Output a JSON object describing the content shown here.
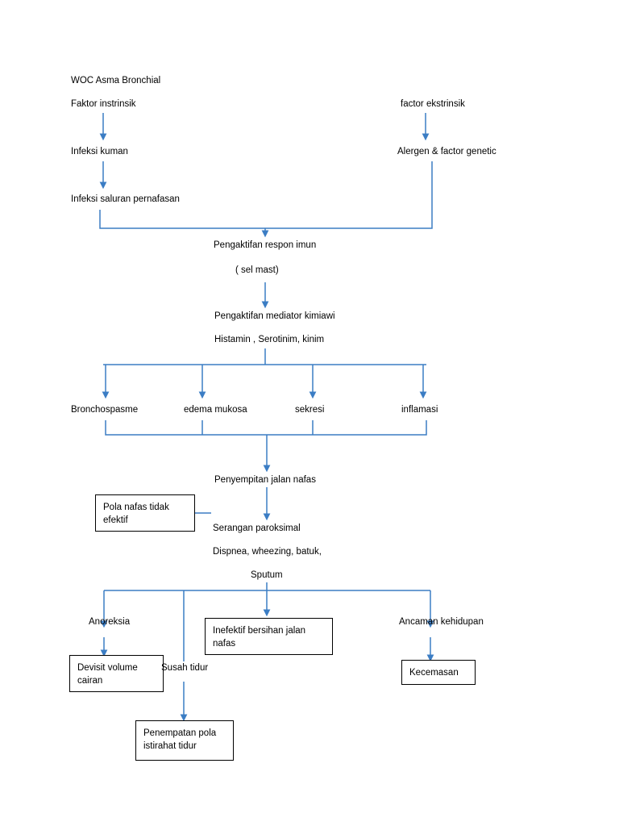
{
  "page": {
    "title": "WOC Asma Bronchial",
    "accent_color": "#3b7dc4",
    "text_color": "#000000",
    "background": "#ffffff"
  },
  "nodes": {
    "title": "WOC Asma Bronchial",
    "faktor_instrinsik": "Faktor instrinsik",
    "factor_ekstrinsik": "factor ekstrinsik",
    "infeksi_kuman": "Infeksi kuman",
    "alergen_genetic": "Alergen & factor genetic",
    "infeksi_saluran": "Infeksi saluran pernafasan",
    "pengaktifan_respon_imun": "Pengaktifan respon imun",
    "sel_mast": "( sel mast)",
    "pengaktifan_mediator": "Pengaktifan mediator kimiawi",
    "histamin": "Histamin , Serotinim, kinim",
    "bronchospasme": "Bronchospasme",
    "edema_mukosa": "edema mukosa",
    "sekresi": "sekresi",
    "inflamasi": "inflamasi",
    "penyempitan": "Penyempitan jalan nafas",
    "pola_nafas": "Pola nafas tidak\nefektif",
    "serangan_paroksimal": "Serangan paroksimal",
    "dispnea": "Dispnea, wheezing, batuk,",
    "sputum": "Sputum",
    "anoreksia": "Anoreksia",
    "inefektif_bersihan": "Inefektif bersihan jalan\nnafas",
    "ancaman_kehidupan": "Ancaman kehidupan",
    "devisit_volume": "Devisit volume\ncairan",
    "susah_tidur": "Susah tidur",
    "kecemasan": "Kecemasan",
    "penempatan_pola": "Penempatan pola\nistirahat tidur"
  }
}
